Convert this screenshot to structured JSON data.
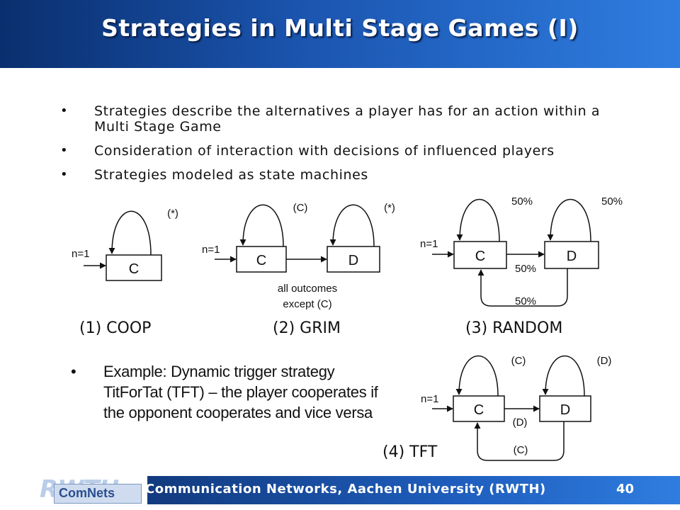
{
  "slide": {
    "title": "Strategies in Multi Stage Games (I)",
    "bullets": [
      "Strategies describe the alternatives a player has for an action within a Multi Stage Game",
      "Consideration of interaction with decisions of influenced players",
      "Strategies modeled as state machines"
    ],
    "example": "Example: Dynamic trigger strategy TitForTat (TFT) – the player cooperates if the opponent cooperates and vice versa",
    "footer": "Communication Networks, Aachen University (RWTH)",
    "page_number": "40",
    "logo": {
      "rwth": "RWTH",
      "comnets": "ComNets"
    }
  },
  "diagrams": {
    "coop": {
      "caption": "(1) COOP",
      "state": "C",
      "start": "n=1",
      "loop_label": "(*)"
    },
    "grim": {
      "caption": "(2) GRIM",
      "states": [
        "C",
        "D"
      ],
      "start": "n=1",
      "loop_c": "(C)",
      "loop_d": "(*)",
      "transition_1": "all outcomes",
      "transition_2": "except (C)"
    },
    "random": {
      "caption": "(3) RANDOM",
      "states": [
        "C",
        "D"
      ],
      "start": "n=1",
      "loop_c": "50%",
      "loop_d": "50%",
      "c_to_d": "50%",
      "d_to_c": "50%"
    },
    "tft": {
      "caption": "(4) TFT",
      "states": [
        "C",
        "D"
      ],
      "start": "n=1",
      "loop_c": "(C)",
      "loop_d": "(D)",
      "c_to_d": "(D)",
      "d_to_c": "(C)"
    }
  },
  "colors": {
    "header_dark": "#0a2f6e",
    "header_light": "#2f7de0",
    "footer_bar": "#1f5fbf",
    "line": "#111111",
    "watermark": "#bbbbbb"
  }
}
